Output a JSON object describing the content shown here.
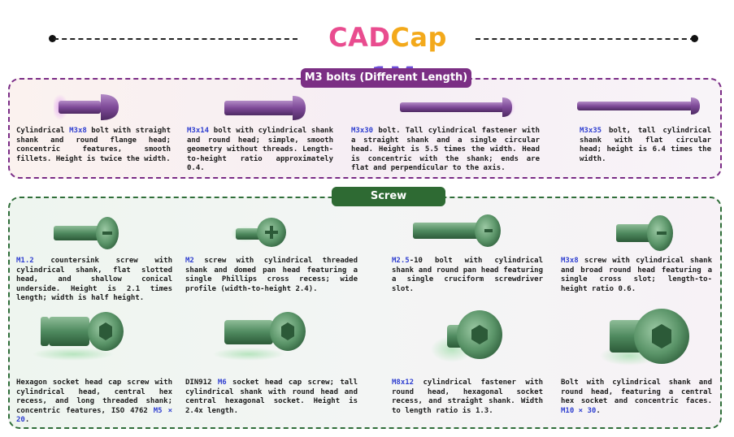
{
  "title": {
    "part1": "CAD",
    "part2": "Cap",
    "part3": " -1M"
  },
  "sections": {
    "bolts": {
      "label": "M3 bolts  (Different Length)",
      "items": [
        {
          "pre": "Cylindrical ",
          "hl": "M3x8",
          "post": " bolt with straight shank and round flange head; concentric features, smooth fillets. Height is twice the width."
        },
        {
          "pre": "",
          "hl": "M3x14",
          "post": " bolt with cylindrical shank and round head; simple, smooth geometry without threads. Length-to-height ratio approximately 0.4."
        },
        {
          "pre": "",
          "hl": "M3x30",
          "post": " bolt. Tall cylindrical fastener with a straight shank and a single circular head. Height is 5.5 times the width. Head is concentric with the shank; ends are flat and perpendicular to the axis."
        },
        {
          "pre": "",
          "hl": "M3x35",
          "post": " bolt, tall cylindrical shank with flat circular head; height is 6.4 times the width."
        }
      ]
    },
    "screw": {
      "label": "Screw",
      "items": [
        {
          "pre": "",
          "hl": "M1.2",
          "post": " countersink screw with cylindrical shank, flat slotted head, and shallow conical underside. Height is 2.1 times length; width is half height."
        },
        {
          "pre": "",
          "hl": "M2",
          "post": " screw with cylindrical threaded shank and domed pan head featuring a single Phillips cross recess; wide profile (width-to-height 2.4)."
        },
        {
          "pre": "",
          "hl": "M2.5",
          "post": "-10 bolt with cylindrical shank and round pan head featuring a single cruciform screwdriver slot."
        },
        {
          "pre": "",
          "hl": "M3x8",
          "post": " screw with cylindrical shank and broad round head featuring a single cross slot; length-to-height ratio 0.6."
        },
        {
          "pre": "Hexagon socket head cap screw with cylindrical head, central hex recess, and long threaded shank; concentric features, ISO 4762 ",
          "hl": "M5 × 20",
          "post": "."
        },
        {
          "pre": "DIN912 ",
          "hl": "M6",
          "post": " socket head cap screw; tall cylindrical shank with round head and central hexagonal socket. Height is 2.4x length."
        },
        {
          "pre": "",
          "hl": "M8x12",
          "post": " cylindrical fastener with round head, hexagonal socket recess, and straight shank. Width to length ratio is 1.3."
        },
        {
          "pre": "Bolt with cylindrical shank and round head, featuring a central hex socket and concentric faces. ",
          "hl": "M10 × 30",
          "post": "."
        }
      ]
    }
  },
  "colors": {
    "bolt_purple": "#8e5aa6",
    "screw_green": "#4f8a5f",
    "highlight_blue": "#2f3fd0",
    "bolts_border": "#7a2c86",
    "screw_border": "#2f6e39"
  }
}
